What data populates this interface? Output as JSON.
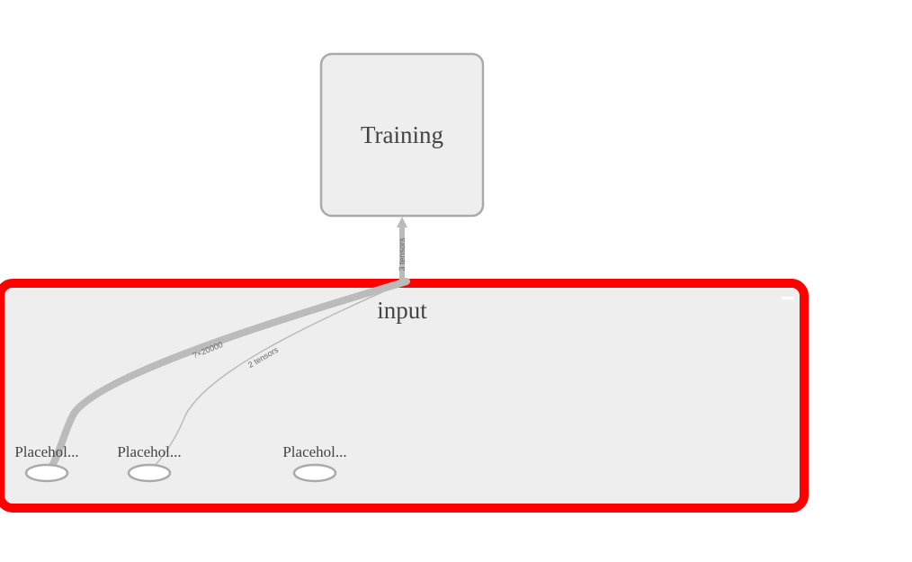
{
  "graph": {
    "training_node": {
      "label": "Training"
    },
    "input_group": {
      "label": "input",
      "collapse_glyph": "−"
    },
    "edges": {
      "to_training": {
        "label": "3 tensors"
      },
      "from_placeholder_1": {
        "label": "?×20000"
      },
      "from_placeholder_2": {
        "label": "2 tensors"
      }
    },
    "placeholders": [
      {
        "label": "Placehol..."
      },
      {
        "label": "Placehol..."
      },
      {
        "label": "Placehol..."
      }
    ]
  },
  "colors": {
    "selected_border": "#ff0000",
    "node_fill": "#eeeeee",
    "node_stroke": "#aaaaaa",
    "edge": "#bbbbbb"
  }
}
